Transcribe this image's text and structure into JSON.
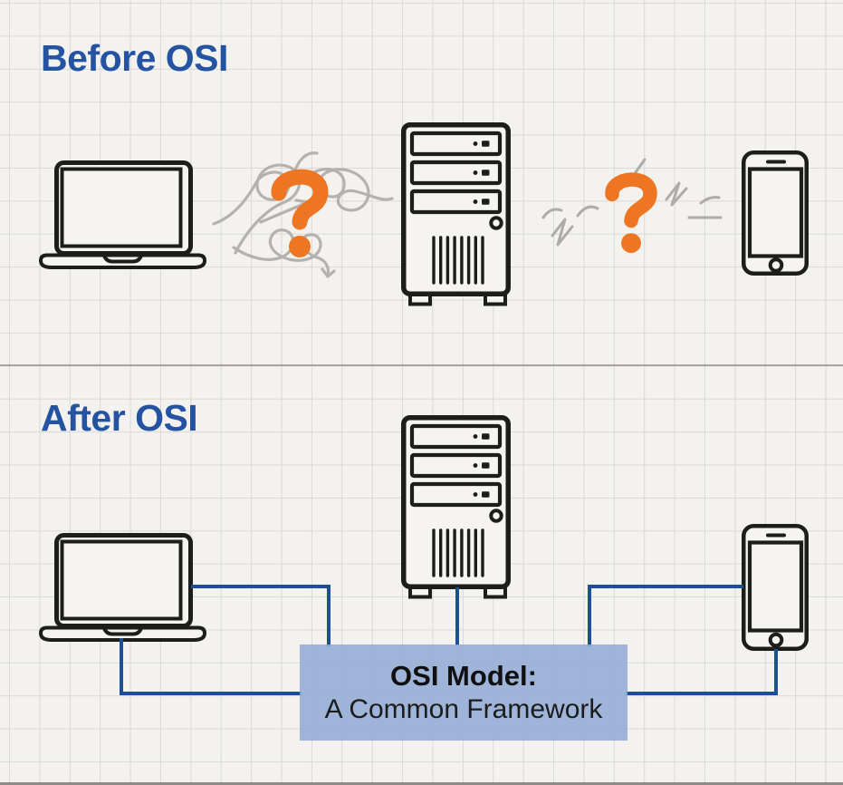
{
  "sections": {
    "before": {
      "title": "Before OSI",
      "devices": [
        "laptop",
        "server",
        "smartphone"
      ],
      "symbols": [
        "tangled-scribble",
        "question-mark",
        "broken-zigzag",
        "question-mark"
      ],
      "question_mark": "?"
    },
    "after": {
      "title": "After OSI",
      "devices": [
        "laptop",
        "server",
        "smartphone"
      ]
    }
  },
  "osi_box": {
    "title": "OSI Model:",
    "subtitle": "A Common Framework"
  },
  "colors": {
    "background": "#f3f2ef",
    "grid": "#dbd9d5",
    "heading_blue": "#2453a2",
    "connector_blue": "#1d4f97",
    "question_orange": "#ee7623",
    "device_outline": "#1d1d1b",
    "scribble_gray": "#b4b2ae",
    "box_fill": "#92abd5",
    "divider_gray": "#918f8b"
  }
}
